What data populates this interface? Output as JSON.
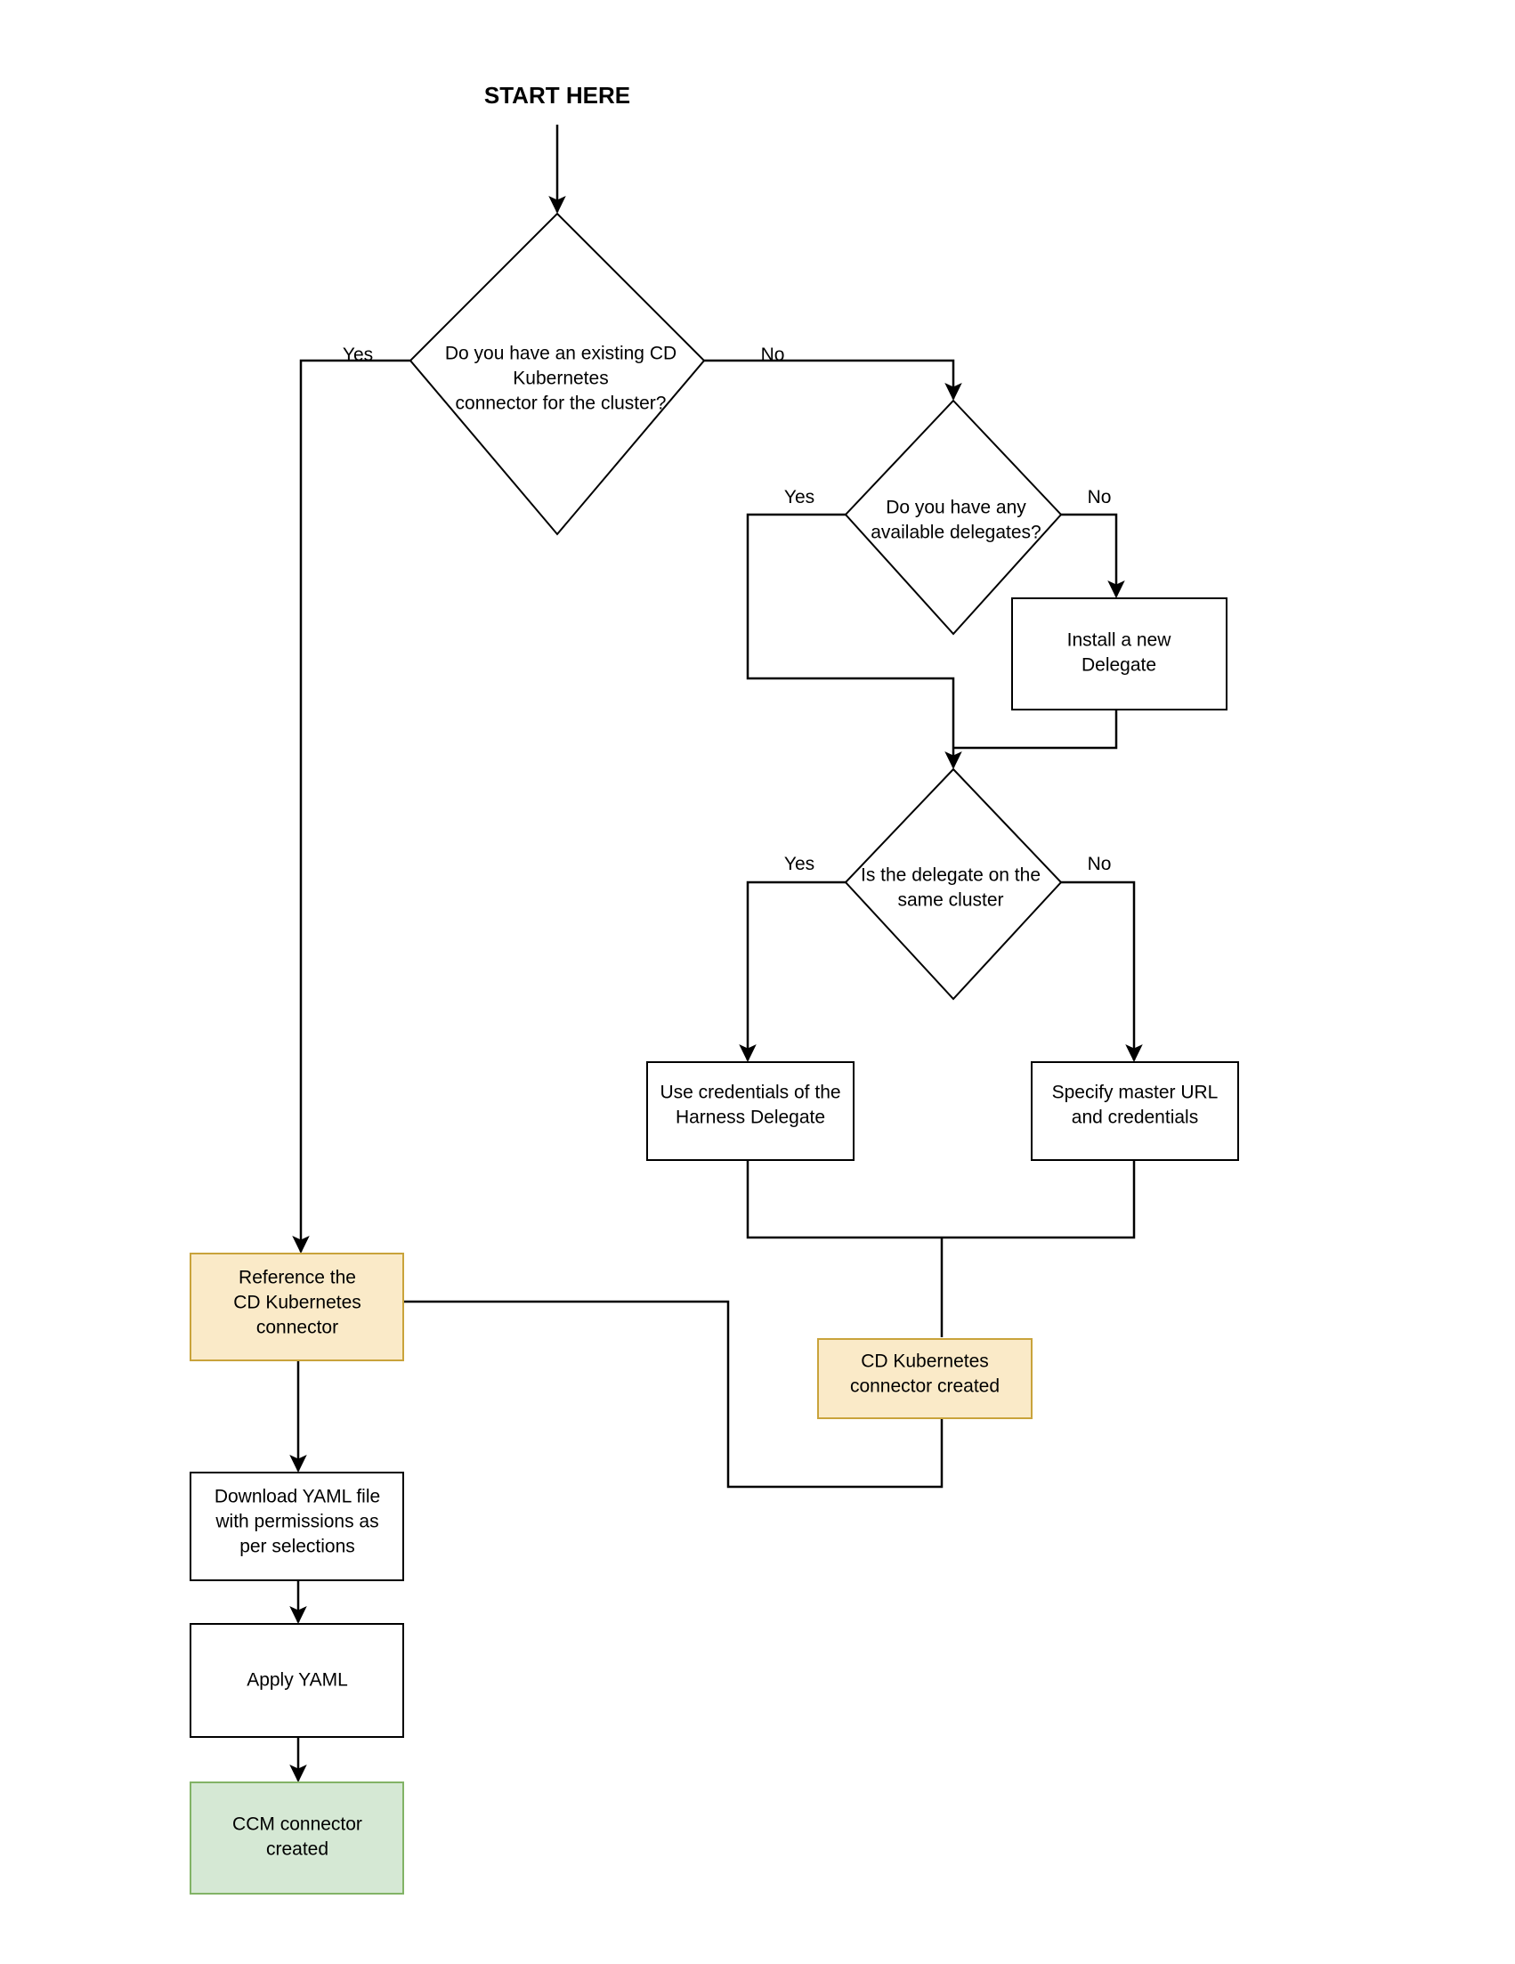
{
  "diagram": {
    "title": "START HERE",
    "type": "flowchart",
    "colors": {
      "line": "#000000",
      "box_fill": "#ffffff",
      "box_stroke": "#000000",
      "highlight_fill": "#FAEAC8",
      "highlight_stroke": "#C9A33B",
      "success_fill": "#D5E8D4",
      "success_stroke": "#82B366",
      "text": "#000000"
    },
    "nodes": [
      {
        "id": "d1",
        "shape": "diamond",
        "lines": [
          "Do you have an existing CD",
          "Kubernetes",
          "connector for the cluster?"
        ]
      },
      {
        "id": "d2",
        "shape": "diamond",
        "lines": [
          "Do you have any",
          "available delegates?"
        ]
      },
      {
        "id": "b_install",
        "shape": "rect",
        "lines": [
          "Install a new",
          "Delegate"
        ]
      },
      {
        "id": "d3",
        "shape": "diamond",
        "lines": [
          "Is the delegate on the",
          "same cluster"
        ]
      },
      {
        "id": "b_creds",
        "shape": "rect",
        "lines": [
          "Use credentials of the",
          "Harness Delegate"
        ]
      },
      {
        "id": "b_master",
        "shape": "rect",
        "lines": [
          "Specify master URL",
          "and credentials"
        ]
      },
      {
        "id": "b_reference",
        "shape": "rect-highlight",
        "lines": [
          "Reference the",
          "CD Kubernetes",
          "connector"
        ]
      },
      {
        "id": "b_cdcreated",
        "shape": "rect-highlight",
        "lines": [
          "CD Kubernetes",
          "connector created"
        ]
      },
      {
        "id": "b_download",
        "shape": "rect",
        "lines": [
          "Download YAML file",
          "with permissions as",
          "per selections"
        ]
      },
      {
        "id": "b_apply",
        "shape": "rect",
        "lines": [
          "Apply YAML"
        ]
      },
      {
        "id": "b_ccm",
        "shape": "rect-success",
        "lines": [
          "CCM connector",
          "created"
        ]
      }
    ],
    "edge_labels": {
      "d1_yes": "Yes",
      "d1_no": "No",
      "d2_yes": "Yes",
      "d2_no": "No",
      "d3_yes": "Yes",
      "d3_no": "No"
    }
  }
}
